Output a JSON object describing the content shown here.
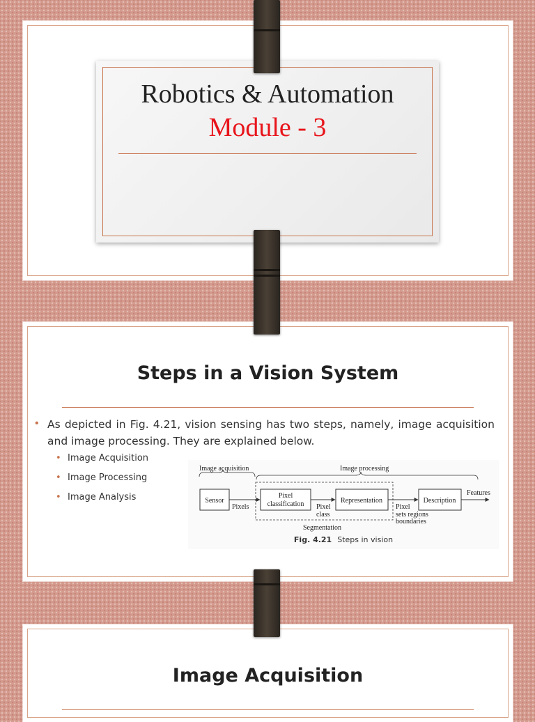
{
  "slide1": {
    "title": "Robotics & Automation",
    "subtitle": "Module - 3",
    "subtitle_color": "#e8141b"
  },
  "slide2": {
    "heading": "Steps in a Vision System",
    "paragraph": "As depicted in Fig. 4.21, vision sensing has two steps, namely, image acquisition and image processing. They are explained below.",
    "bullets": [
      "Image Acquisition",
      "Image Processing",
      "Image Analysis"
    ],
    "figure": {
      "label_acquisition": "Image acquisition",
      "label_processing": "Image processing",
      "blocks": [
        "Sensor",
        "Pixel",
        "classification",
        "Representation",
        "Description"
      ],
      "arrow_labels": [
        "Pixels",
        "Pixel",
        "class",
        "Pixel",
        "sets regions",
        "boundaries",
        "Features"
      ],
      "segmentation_label": "Segmentation",
      "caption_number": "Fig. 4.21",
      "caption_text": "Steps in vision"
    }
  },
  "slide3": {
    "heading": "Image Acquisition"
  },
  "colors": {
    "accent": "#c8754f",
    "background": "#d49a8d",
    "binder": "#3a322a"
  }
}
